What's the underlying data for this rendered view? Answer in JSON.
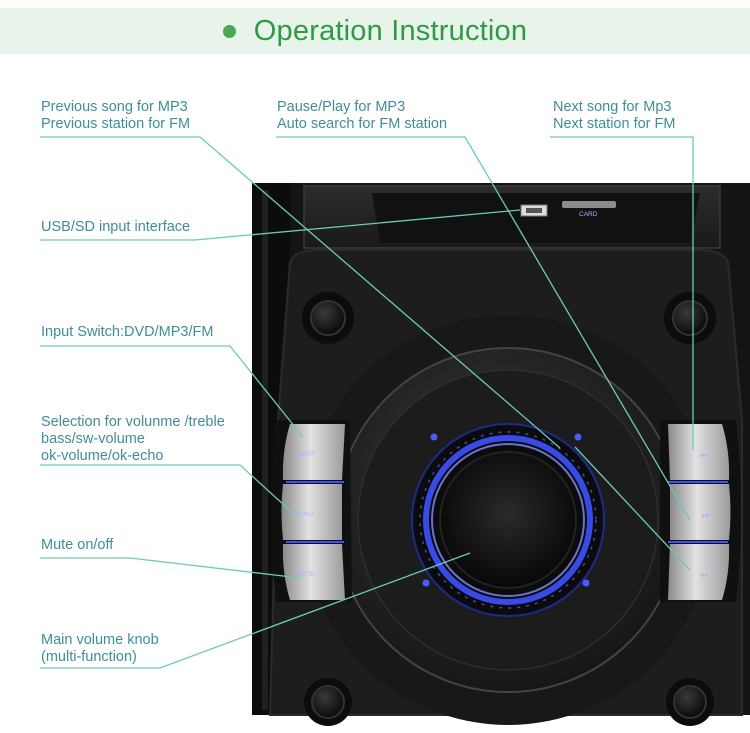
{
  "header": {
    "title": "Operation Instruction"
  },
  "labels": {
    "prev": [
      "Previous song for MP3",
      "Previous station for FM"
    ],
    "pause": [
      "Pause/Play for MP3",
      "Auto search for FM station"
    ],
    "next": [
      "Next song for Mp3",
      "Next station for FM"
    ],
    "usb": [
      "USB/SD input interface"
    ],
    "input": [
      "Input Switch:DVD/MP3/FM"
    ],
    "selection": [
      "Selection for volunme /treble",
      "bass/sw-volume",
      "ok-volume/ok-echo"
    ],
    "mute": [
      "Mute on/off"
    ],
    "knob": [
      "Main volume knob",
      "(multi-function)"
    ]
  },
  "device": {
    "card_label": "CARD",
    "left_buttons": [
      "INPUT",
      "MENU",
      "MUTE"
    ],
    "right_icons": [
      "⏭",
      "⏯",
      "⏮"
    ]
  },
  "colors": {
    "accent": "#48a857",
    "title": "#2f9a45",
    "banner_bg": "#e8f3ea",
    "label_text": "#3f8e96",
    "callout_line": "#6ec9b8",
    "led_blue": "#3d52ff"
  }
}
